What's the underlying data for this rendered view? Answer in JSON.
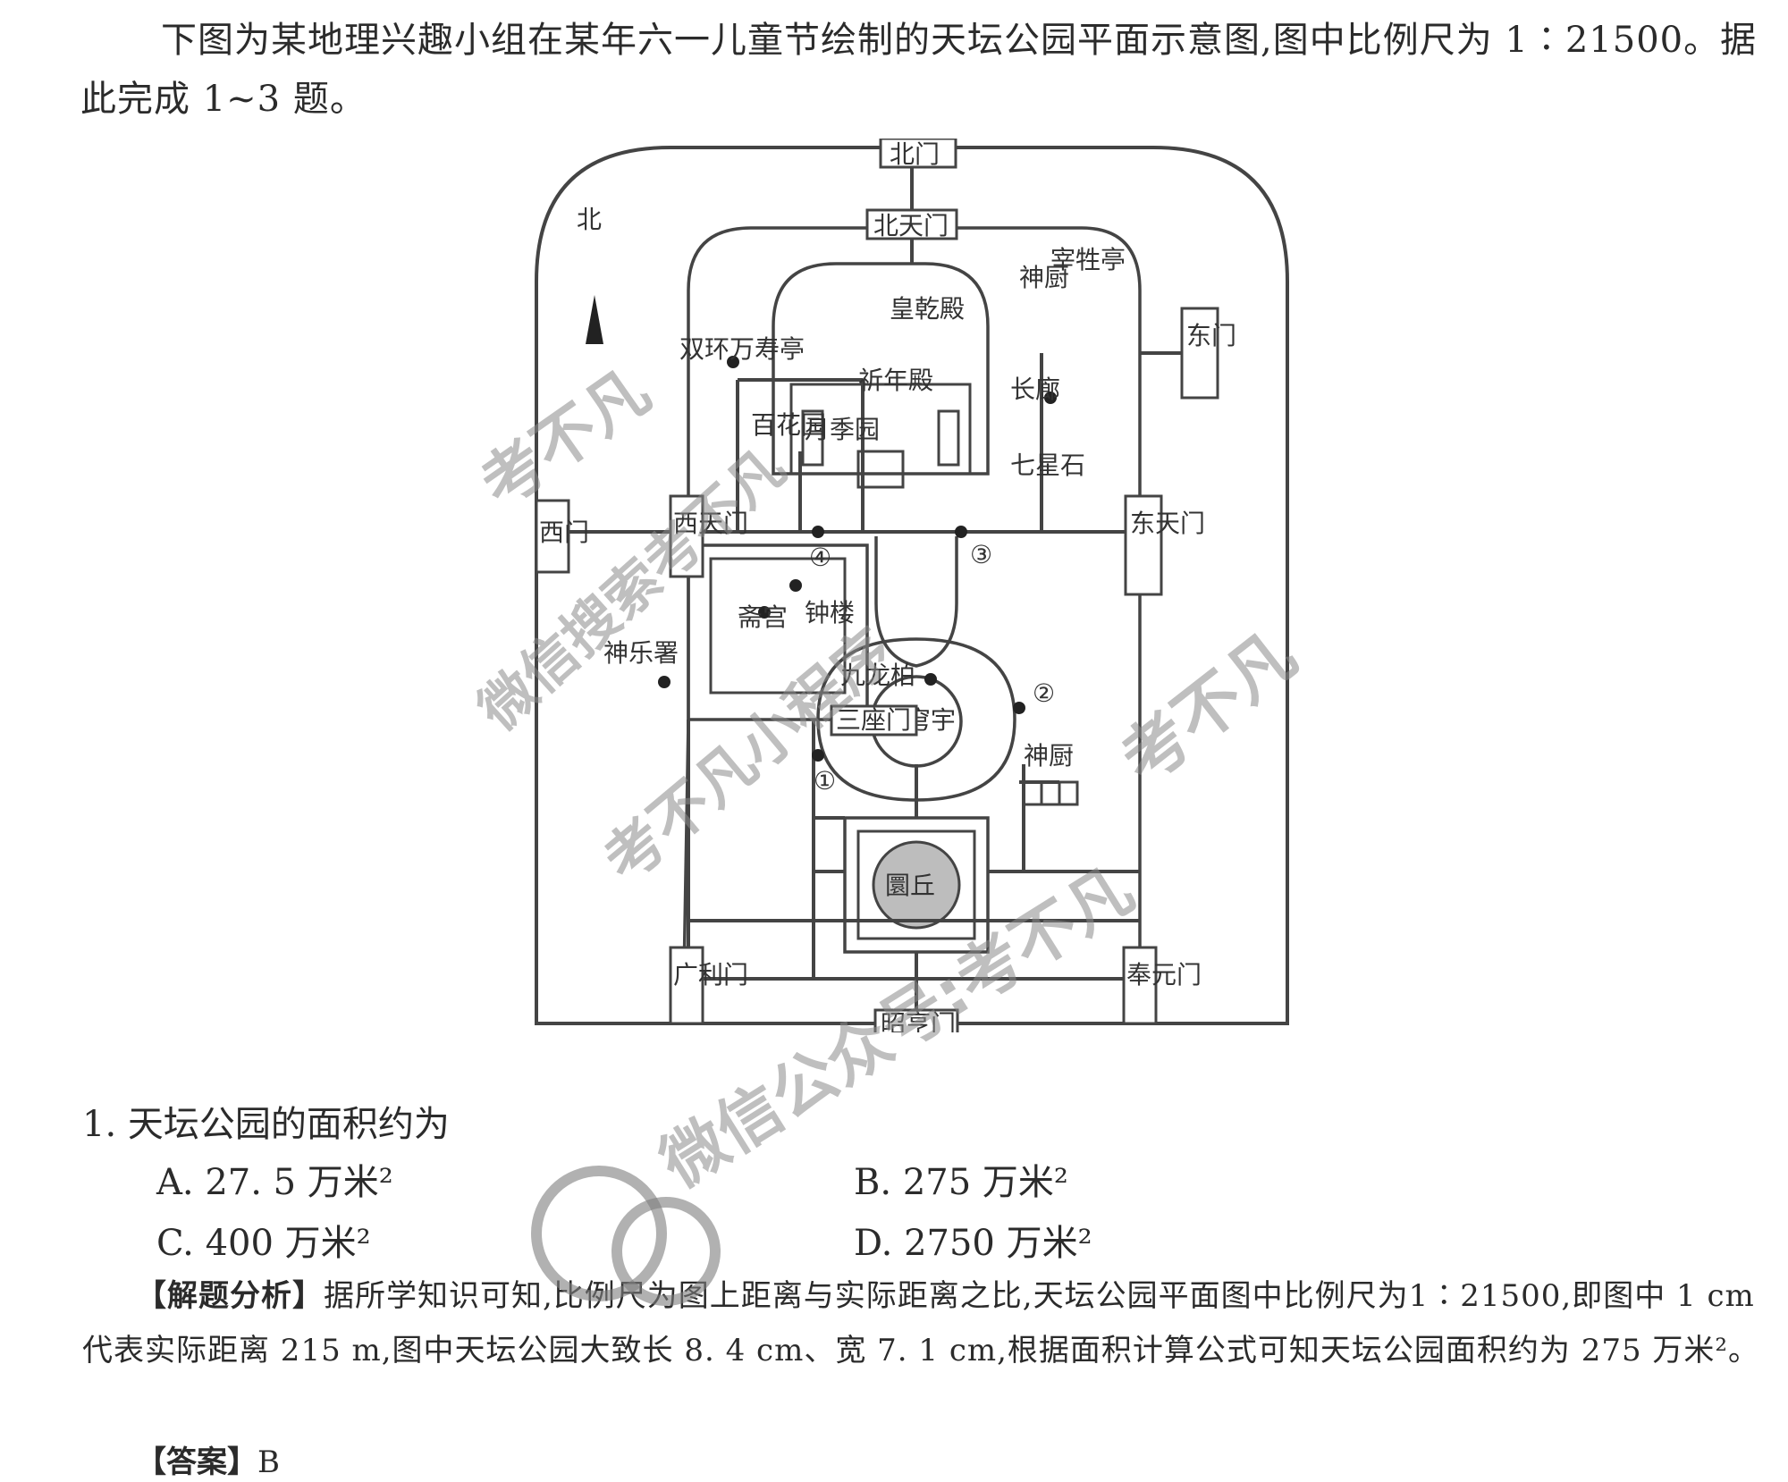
{
  "intro": "下图为某地理兴趣小组在某年六一儿童节绘制的天坛公园平面示意图,图中比例尺为 1∶21500。据此完成 1~3 题。",
  "map": {
    "north_label": "北",
    "gates": {
      "north": "北门",
      "north_inner": "北天门",
      "east": "东门",
      "east_inner": "东天门",
      "west": "西门",
      "west_inner": "西天门",
      "south": "昭亨门",
      "guangli": "广利门",
      "fengyuan": "奉元门"
    },
    "labels": {
      "huangqiandian": "皇乾殿",
      "qiniandian": "祈年殿",
      "shenchu_north": "神厨",
      "zaishengting": "宰牲亭",
      "changlang": "长廊",
      "qixingshi": "七星石",
      "shuanghuan": "双环万寿亭",
      "baihuayuan": "百花园",
      "yuejiyuan": "月季园",
      "zhaigong": "斋宫",
      "zhonglou": "钟楼",
      "shenyueshu": "神乐署",
      "jiulongbai": "九龙柏",
      "sanzuomen": "三座门",
      "huangqiongyu": "皇穹宇",
      "shenchu_south": "神厨",
      "yuanqiu": "圜丘"
    },
    "points": [
      "①",
      "②",
      "③",
      "④"
    ]
  },
  "question": {
    "number": "1.",
    "text": "天坛公园的面积约为",
    "options": {
      "A": "A. 27. 5 万米²",
      "B": "B. 275 万米²",
      "C": "C. 400 万米²",
      "D": "D. 2750 万米²"
    }
  },
  "analysis": {
    "label": "【解题分析】",
    "text": "据所学知识可知,比例尺为图上距离与实际距离之比,天坛公园平面图中比例尺为1∶21500,即图中 1 cm代表实际距离 215 m,图中天坛公园大致长 8. 4 cm、宽 7. 1 cm,根据面积计算公式可知天坛公园面积约为 275 万米²。"
  },
  "answer": {
    "label": "【答案】",
    "value": "B"
  },
  "watermarks": [
    "考不凡",
    "微信搜索考不凡",
    "考不凡小程序",
    "考不凡",
    "微信公众号:考不凡"
  ]
}
